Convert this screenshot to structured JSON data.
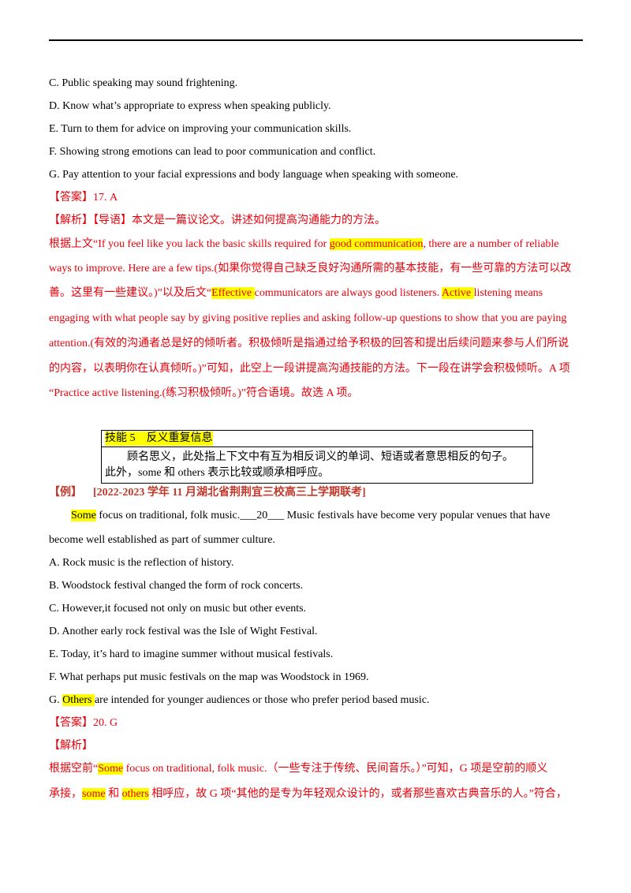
{
  "options_a": {
    "c": "C.  Public speaking may sound frightening.",
    "d": "D.  Know what’s appropriate to express when speaking publicly.",
    "e": "E.  Turn to them for advice on improving your communication skills.",
    "f": "F.  Showing strong emotions can lead to poor communication and conflict.",
    "g": "G.  Pay attention to your facial expressions and body language when speaking with someone."
  },
  "answer1": {
    "label": "【答案】",
    "value": "17. A"
  },
  "analysis1": {
    "label": "【解析】",
    "guide_label": "【导语】",
    "guide_text": "本文是一篇议论文。讲述如何提高沟通能力的方法。",
    "l1_pre": "根据上文“If you feel like you lack the basic skills required for ",
    "l1_hl": "good communication",
    "l1_post": ", there are a number of reliable",
    "l2": "ways to improve. Here are a few tips.(如果你觉得自己缺乏良好沟通所需的基本技能，有一些可靠的方法可以改",
    "l3_pre": "善。这里有一些建议。)”以及后文“",
    "l3_hl1": "Effective ",
    "l3_mid": " communicators are always good listeners. ",
    "l3_hl2": "Active ",
    "l3_post": " listening means",
    "l4": "engaging with what people say by giving positive replies and asking follow-up questions to show that you are paying",
    "l5": "attention.(有效的沟通者总是好的倾听者。积极倾听是指通过给予积极的回答和提出后续问题来参与人们所说",
    "l6": "的内容，以表明你在认真倾听。)”可知，此空上一段讲提高沟通技能的方法。下一段在讲学会积极倾听。A 项",
    "l7": "“Practice active listening.(练习积极倾听。)”符合语境。故选 A 项。"
  },
  "skill_box": {
    "title": "技能 5　反义重复信息",
    "line1": "　　顾名思义，此处指上下文中有互为相反词义的单词、短语或者意思相反的句子。",
    "line2": "此外，some 和 others 表示比较或顺承相呼应。"
  },
  "example": {
    "label": "【例】",
    "source": "[2022-2023 学年 11 月湖北省荆荆宜三校高三上学期联考]",
    "p1_hl": "Some",
    "p1_a": " focus on traditional, folk music.",
    "p1_blank": "___20___",
    "p1_b": "  Music festivals have become very popular venues that have",
    "p2": "become well established as part of summer culture."
  },
  "options_b": {
    "a": "A.  Rock music is the reflection of history.",
    "b": "B.  Woodstock festival changed the form of rock concerts.",
    "c": "C.  However,it focused not only on music but other events.",
    "d": "D.  Another early rock festival was the Isle of Wight Festival.",
    "e": "E.  Today, it’s hard to imagine summer without musical festivals.",
    "f": "F.  What perhaps put music festivals on the map was Woodstock in 1969.",
    "g_pre": "G.  ",
    "g_hl": "Others ",
    "g_post": " are intended for younger audiences or those who prefer period based music."
  },
  "answer2": {
    "label": "【答案】",
    "value": "20. G"
  },
  "analysis2": {
    "label": "【解析】",
    "l1_pre": "根据空前“",
    "l1_hl": "Some",
    "l1_post": " focus on traditional, folk music.（一些专注于传统、民间音乐。）”可知，G 项是空前的顺义",
    "l2_pre": "承接，",
    "l2_hl1": "some",
    "l2_mid": " 和 ",
    "l2_hl2": "others",
    "l2_post": " 相呼应，故 G 项“其他的是专为年轻观众设计的，或者那些喜欢古典音乐的人。”符合，"
  },
  "colors": {
    "answer": "#e8000b",
    "highlight": "#ffff00",
    "source": "#c0392b"
  }
}
